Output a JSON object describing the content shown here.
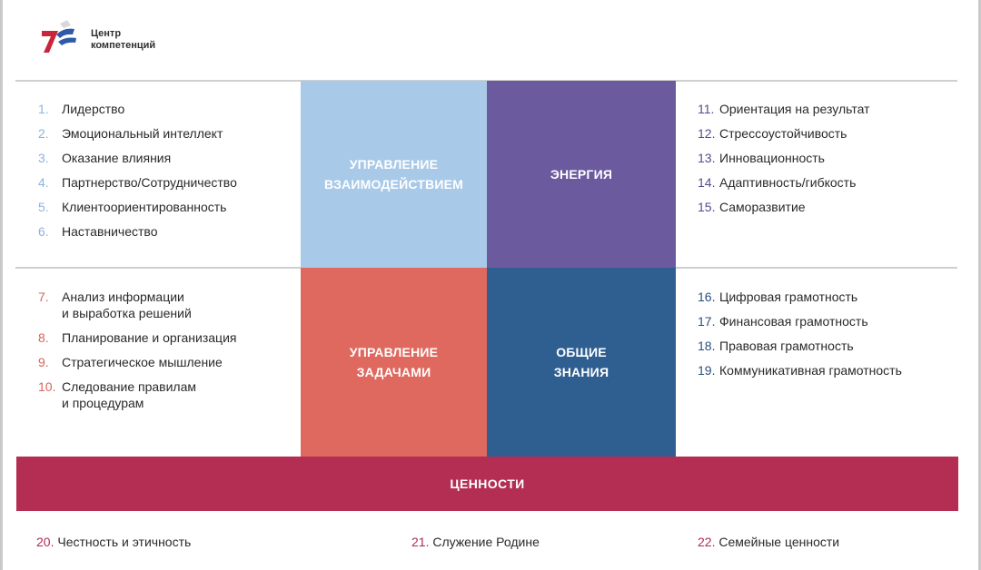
{
  "logo": {
    "line1": "Центр",
    "line2": "компетенций"
  },
  "quadrants": {
    "q1": [
      "УПРАВЛЕНИЕ",
      "ВЗАИМОДЕЙСТВИЕМ"
    ],
    "q2": [
      "ЭНЕРГИЯ"
    ],
    "q3": [
      "УПРАВЛЕНИЕ",
      "ЗАДАЧАМИ"
    ],
    "q4": [
      "ОБЩИЕ",
      "ЗНАНИЯ"
    ]
  },
  "left_top": [
    {
      "num": "1.",
      "text": [
        "Лидерство"
      ]
    },
    {
      "num": "2.",
      "text": [
        "Эмоциональный интеллект"
      ]
    },
    {
      "num": "3.",
      "text": [
        "Оказание влияния"
      ]
    },
    {
      "num": "4.",
      "text": [
        "Партнерство/Сотрудничество"
      ]
    },
    {
      "num": "5.",
      "text": [
        "Клиентоориентированность"
      ]
    },
    {
      "num": "6.",
      "text": [
        "Наставничество"
      ]
    }
  ],
  "right_top": [
    {
      "num": "11.",
      "text": [
        "Ориентация на результат"
      ]
    },
    {
      "num": "12.",
      "text": [
        "Стрессоустойчивость"
      ]
    },
    {
      "num": "13.",
      "text": [
        "Инновационность"
      ]
    },
    {
      "num": "14.",
      "text": [
        "Адаптивность/гибкость"
      ]
    },
    {
      "num": "15.",
      "text": [
        "Саморазвитие"
      ]
    }
  ],
  "left_bottom": [
    {
      "num": "7.",
      "text": [
        "Анализ информации",
        "и выработка решений"
      ]
    },
    {
      "num": "8.",
      "text": [
        "Планирование и организация"
      ]
    },
    {
      "num": "9.",
      "text": [
        "Стратегическое мышление"
      ]
    },
    {
      "num": "10.",
      "text": [
        "Следование правилам",
        "и процедурам"
      ]
    }
  ],
  "right_bottom": [
    {
      "num": "16.",
      "text": [
        "Цифровая грамотность"
      ]
    },
    {
      "num": "17.",
      "text": [
        "Финансовая грамотность"
      ]
    },
    {
      "num": "18.",
      "text": [
        "Правовая грамотность"
      ]
    },
    {
      "num": "19.",
      "text": [
        "Коммуникативная грамотность"
      ]
    }
  ],
  "values": {
    "title": "ЦЕННОСТИ",
    "items": [
      {
        "num": "20.",
        "text": "Честность и этичность"
      },
      {
        "num": "21.",
        "text": "Служение Родине"
      },
      {
        "num": "22.",
        "text": "Семейные ценности"
      }
    ]
  },
  "colors": {
    "interaction": "#a8c9e8",
    "energy": "#6c5a9f",
    "tasks": "#e0695f",
    "knowledge": "#2f5f91",
    "values": "#b32e52"
  }
}
